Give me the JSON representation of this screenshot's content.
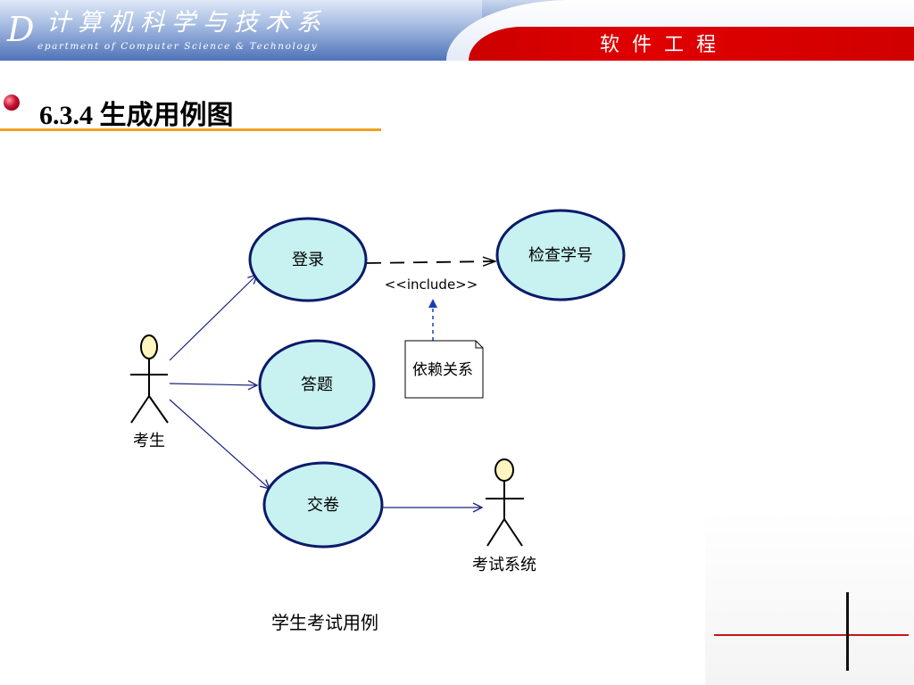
{
  "header": {
    "logo_letter": "D",
    "logo_cn": "计算机科学与技术系",
    "logo_en": "epartment of Computer Science & Technology",
    "course": "软件工程"
  },
  "slide": {
    "title": "6.3.4 生成用例图",
    "caption": "学生考试用例"
  },
  "diagram": {
    "actors": {
      "student": "考生",
      "system": "考试系统"
    },
    "use_cases": {
      "login": "登录",
      "check_id": "检查学号",
      "answer": "答题",
      "submit": "交卷"
    },
    "stereotype": "<<include>>",
    "note": "依赖关系"
  },
  "colors": {
    "usecase_fill": "#c8f1f1",
    "usecase_stroke": "#0a1a6b",
    "title_rule": "#f0a020",
    "header_red": "#d00000"
  }
}
